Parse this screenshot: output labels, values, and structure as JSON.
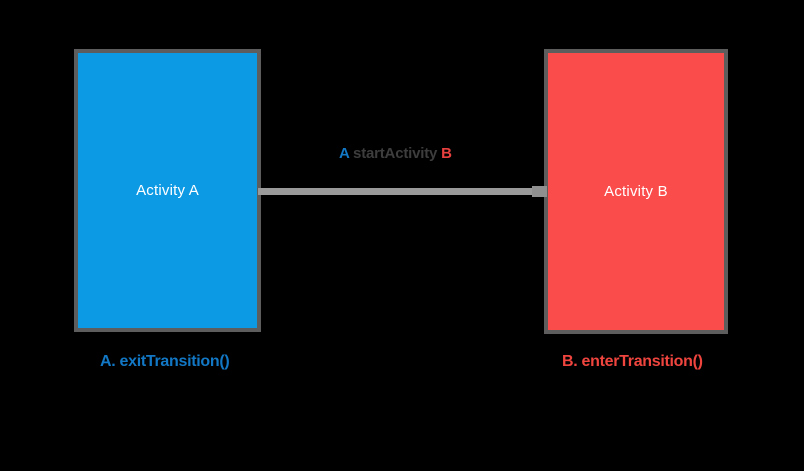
{
  "diagram": {
    "background_color": "#000000",
    "nodes": [
      {
        "id": "activity-a",
        "label": "Activity A",
        "fill": "#0c9ae5",
        "border": "#5d5d5d",
        "text_color": "#ffffff",
        "caption": "A. exitTransition()",
        "caption_color": "#1277c4"
      },
      {
        "id": "activity-b",
        "label": "Activity B",
        "fill": "#fb4c4c",
        "border": "#5d5d5d",
        "text_color": "#ffffff",
        "caption": "B. enterTransition()",
        "caption_color": "#f0453f"
      }
    ],
    "edge": {
      "from": "activity-a",
      "to": "activity-b",
      "color": "#9a9a9a",
      "direction": "right",
      "label_parts": {
        "source": "A",
        "middle": " startActivity ",
        "target": "B"
      },
      "label_colors": {
        "source": "#1277c4",
        "middle": "#3d3d3d",
        "target": "#e8403f"
      }
    }
  }
}
